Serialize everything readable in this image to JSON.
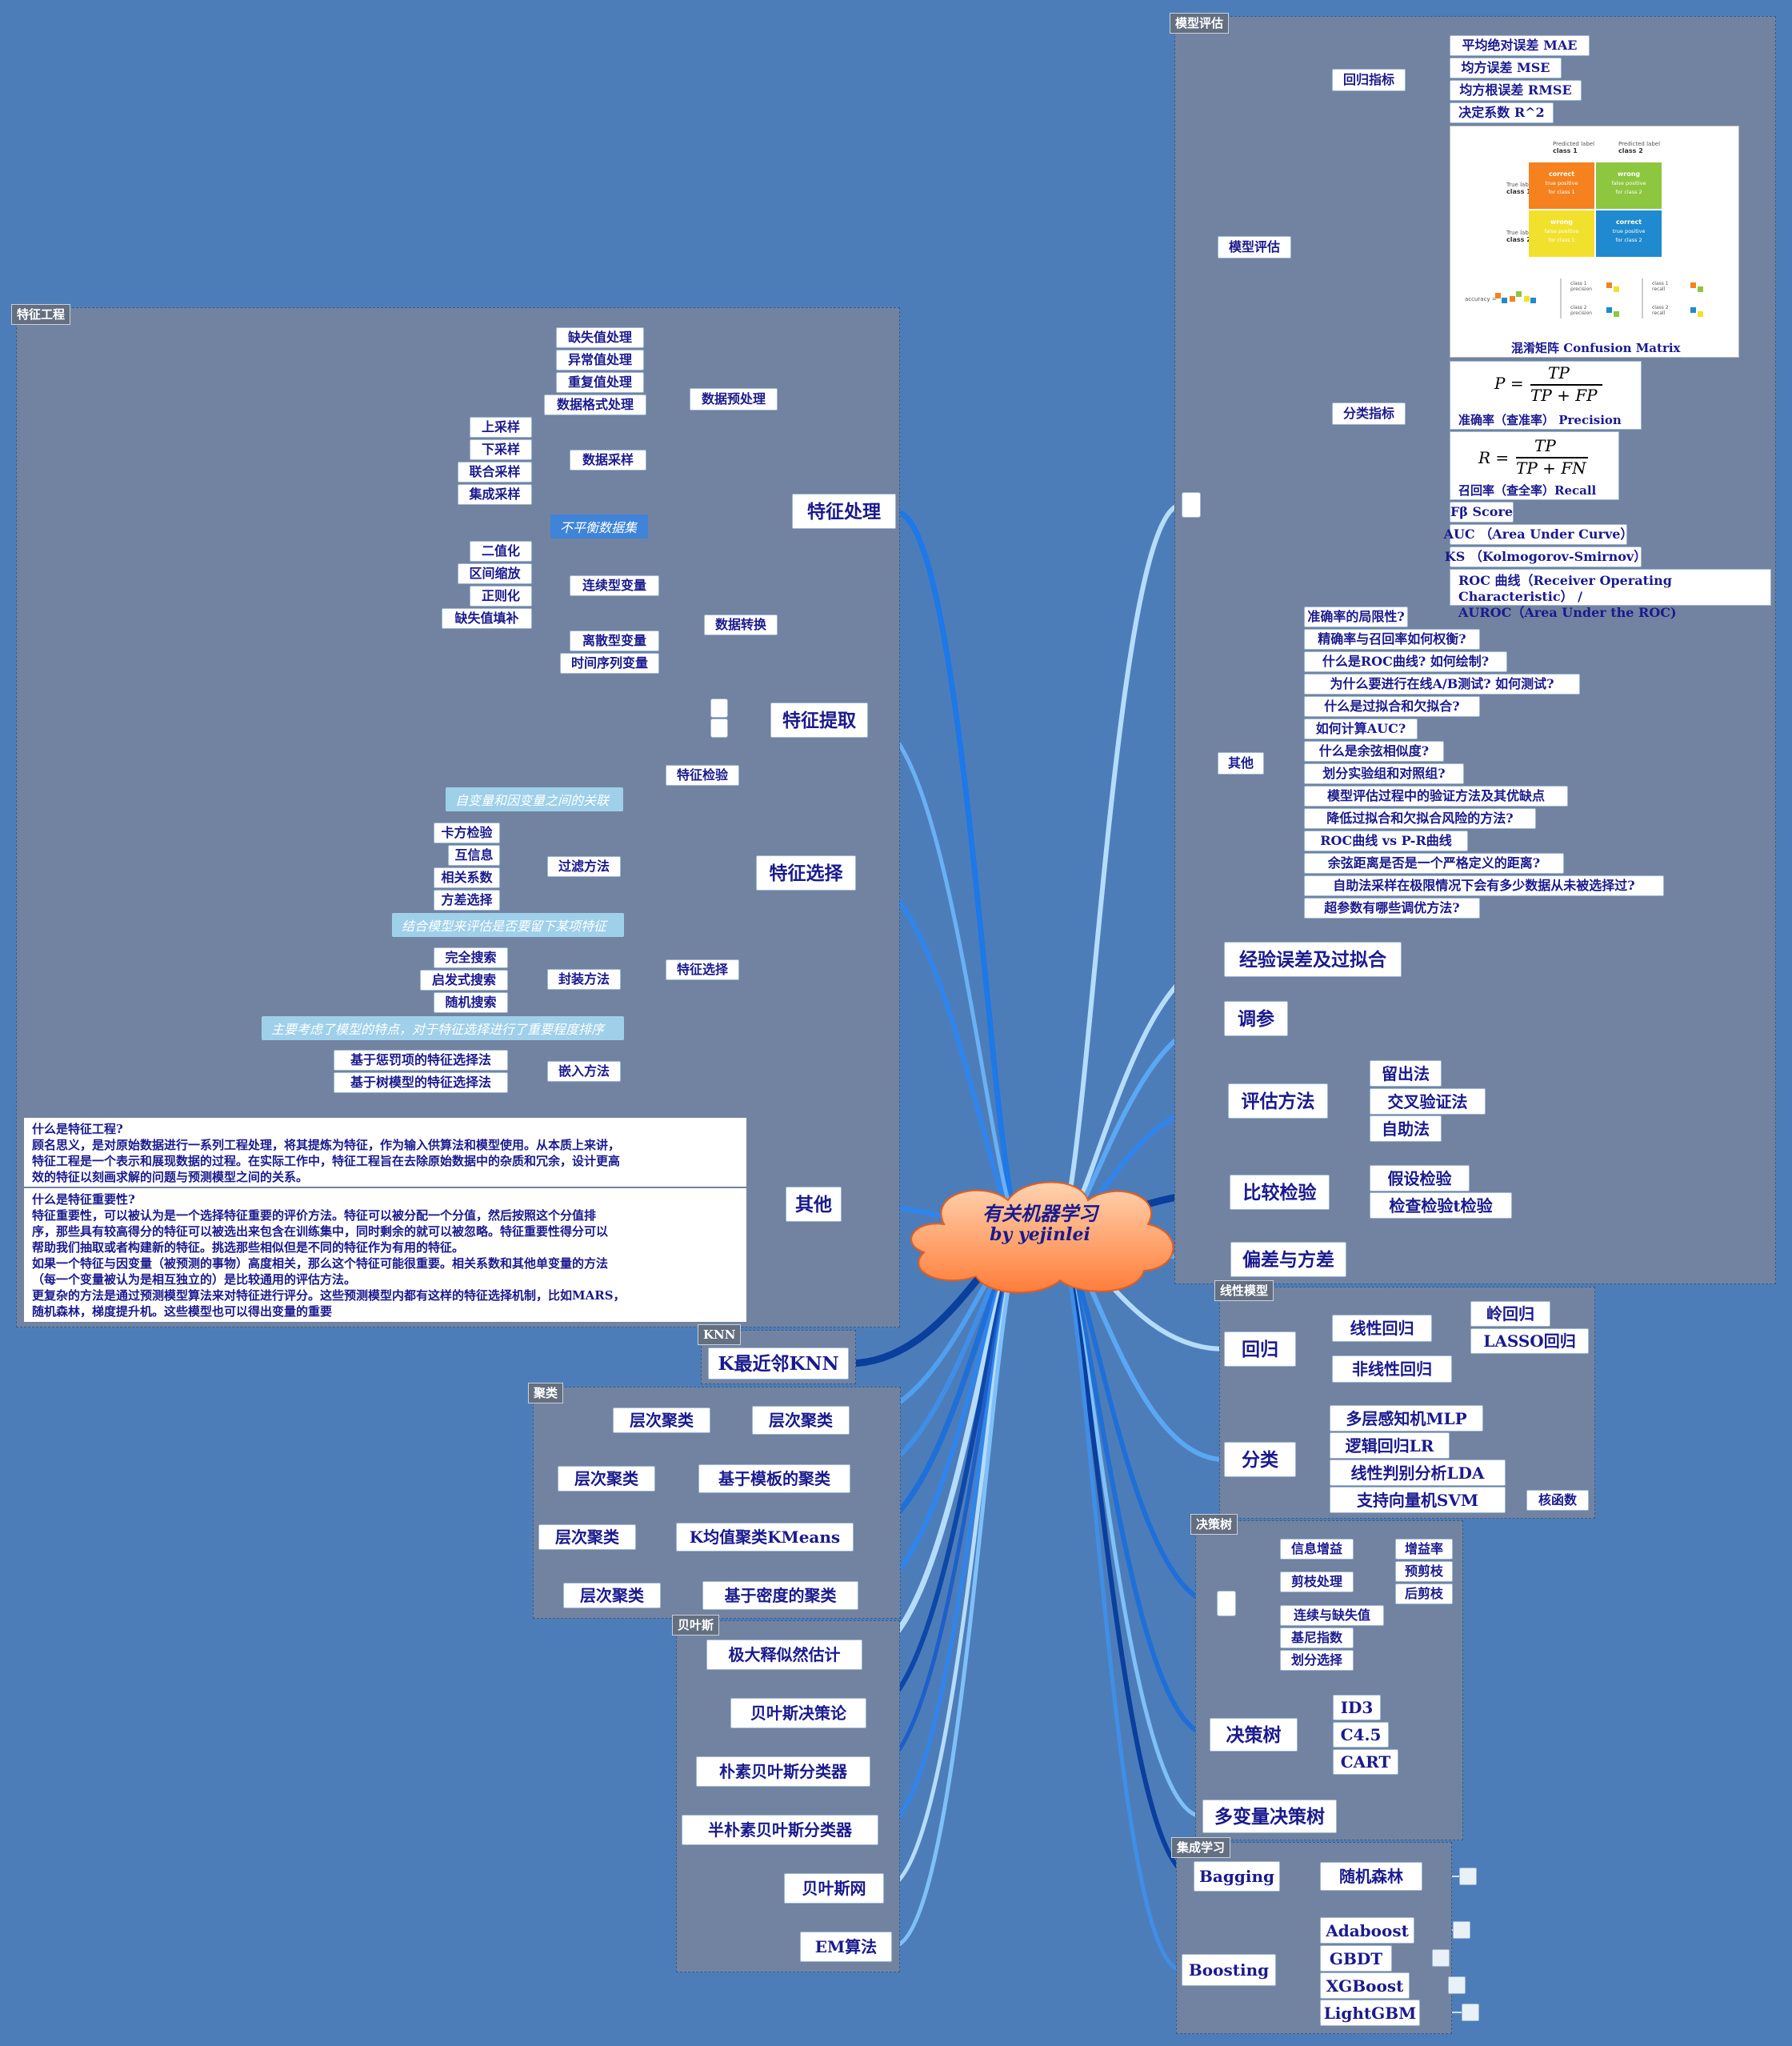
{
  "center": {
    "line1": "有关机器学习",
    "line2": "by yejinlei"
  },
  "panels": {
    "feature_engineering": "特征工程",
    "model_eval": "模型评估",
    "linear": "线性模型",
    "knn": "KNN",
    "clustering": "聚类",
    "bayes": "贝叶斯",
    "tree": "决策树",
    "ensemble": "集成学习"
  },
  "fe": {
    "processing": "特征处理",
    "preprocess": "数据预处理",
    "preprocess_items": [
      "缺失值处理",
      "异常值处理",
      "重复值处理",
      "数据格式处理"
    ],
    "sampling": "数据采样",
    "sampling_items": [
      "上采样",
      "下采样",
      "联合采样",
      "集成采样"
    ],
    "imbalance_note": "不平衡数据集",
    "transform": "数据转换",
    "continuous": "连续型变量",
    "continuous_items": [
      "二值化",
      "区间缩放",
      "正则化",
      "缺失值填补"
    ],
    "discrete": "离散型变量",
    "timeseries": "时间序列变量",
    "extraction": "特征提取",
    "selection": "特征选择",
    "check": "特征检验",
    "select_sub": "特征选择",
    "filter": "过滤方法",
    "filter_note": "自变量和因变量之间的关联",
    "filter_items": [
      "卡方检验",
      "互信息",
      "相关系数",
      "方差选择"
    ],
    "wrapper": "封装方法",
    "wrapper_note": "结合模型来评估是否要留下某项特征",
    "wrapper_items": [
      "完全搜索",
      "启发式搜索",
      "随机搜索"
    ],
    "embed": "嵌入方法",
    "embed_note": "主要考虑了模型的特点，对于特征选择进行了重要程度排序",
    "embed_items": [
      "基于惩罚项的特征选择法",
      "基于树模型的特征选择法"
    ],
    "other": "其他",
    "text1": "什么是特征工程?\n顾名思义，是对原始数据进行一系列工程处理，将其提炼为特征，作为输入供算法和模型使用。从本质上来讲，\n特征工程是一个表示和展现数据的过程。在实际工作中，特征工程旨在去除原始数据中的杂质和冗余，设计更高\n效的特征以刻画求解的问题与预测模型之间的关系。",
    "text2": "什么是特征重要性?\n特征重要性，可以被认为是一个选择特征重要的评价方法。特征可以被分配一个分值，然后按照这个分值排\n序，那些具有较高得分的特征可以被选出来包含在训练集中，同时剩余的就可以被忽略。特征重要性得分可以\n帮助我们抽取或者构建新的特征。挑选那些相似但是不同的特征作为有用的特征。\n如果一个特征与因变量（被预测的事物）高度相关，那么这个特征可能很重要。相关系数和其他单变量的方法\n（每一个变量被认为是相互独立的）是比较通用的评估方法。\n更复杂的方法是通过预测模型算法来对特征进行评分。这些预测模型内都有这样的特征选择机制，比如MARS，\n随机森林，梯度提升机。这些模型也可以得出变量的重要"
  },
  "me": {
    "eval": "模型评估",
    "regression": "回归指标",
    "reg_items": [
      "平均绝对误差 MAE",
      "均方误差 MSE",
      "均方根误差 RMSE",
      "决定系数 R^2"
    ],
    "classification": "分类指标",
    "confusion_caption": "混淆矩阵 Confusion Matrix",
    "precision_caption": "准确率（查准率） Precision",
    "recall_caption": "召回率（查全率）Recall",
    "p_lhs": "P =",
    "p_num": "TP",
    "p_den": "TP + FP",
    "r_lhs": "R =",
    "r_num": "TP",
    "r_den": "TP + FN",
    "cls_items": [
      "Fβ Score",
      "AUC （Area Under Curve）",
      "KS （Kolmogorov-Smirnov）"
    ],
    "roc": "ROC 曲线（Receiver Operating Characteristic） /\nAUROC（Area Under the ROC)",
    "other": "其他",
    "questions": [
      "准确率的局限性?",
      "精确率与召回率如何权衡?",
      "什么是ROC曲线? 如何绘制?",
      "为什么要进行在线A/B测试? 如何测试?",
      "什么是过拟合和欠拟合?",
      "如何计算AUC?",
      "什么是余弦相似度?",
      "划分实验组和对照组?",
      "模型评估过程中的验证方法及其优缺点",
      "降低过拟合和欠拟合风险的方法?",
      "ROC曲线 vs P-R曲线",
      "余弦距离是否是一个严格定义的距离?",
      "自助法采样在极限情况下会有多少数据从未被选择过?",
      "超参数有哪些调优方法?"
    ],
    "empirical": "经验误差及过拟合",
    "tuning": "调参",
    "method": "评估方法",
    "method_items": [
      "留出法",
      "交叉验证法",
      "自助法"
    ],
    "compare": "比较检验",
    "compare_items": [
      "假设检验",
      "检查检验t检验"
    ],
    "biasvar": "偏差与方差",
    "cm": {
      "pred1": "Predicted label\nclass 1",
      "pred2": "Predicted label\nclass 2",
      "true1": "True label\nclass 1",
      "true2": "True label\nclass 2",
      "c11": "correct\ntrue positive\nfor class 1",
      "c12": "wrong\nfalse positive\nfor class 2",
      "c21": "wrong\nfalse positive\nfor class 1",
      "c22": "correct\ntrue positive\nfor class 2",
      "acc": "accuracy =",
      "p1": "class 1\nprecision",
      "p2": "class 2\nprecision",
      "r1": "class 1\nrecall",
      "r2": "class 2\nrecall",
      "colors": {
        "orange": "#f5821f",
        "green": "#8dc63f",
        "yellow": "#f1e12d",
        "blue": "#1f8ad0"
      }
    }
  },
  "lin": {
    "regression": "回归",
    "linear": "线性回归",
    "ridge": "岭回归",
    "lasso": "LASSO回归",
    "nonlinear": "非线性回归",
    "classification": "分类",
    "cls_items": [
      "多层感知机MLP",
      "逻辑回归LR",
      "线性判别分析LDA",
      "支持向量机SVM"
    ],
    "kernel": "核函数"
  },
  "knn": {
    "label": "K最近邻KNN"
  },
  "cl": {
    "items": [
      "层次聚类",
      "基于模板的聚类",
      "K均值聚类KMeans",
      "基于密度的聚类"
    ],
    "sub": [
      "层次聚类",
      "层次聚类",
      "层次聚类",
      "层次聚类"
    ]
  },
  "by": {
    "items": [
      "极大释似然估计",
      "贝叶斯决策论",
      "朴素贝叶斯分类器",
      "半朴素贝叶斯分类器",
      "贝叶斯网",
      "EM算法"
    ]
  },
  "dt": {
    "info_gain": "信息增益",
    "gain_ratio": "增益率",
    "prune": "剪枝处理",
    "prune_items": [
      "预剪枝",
      "后剪枝"
    ],
    "other_items": [
      "连续与缺失值",
      "基尼指数",
      "划分选择"
    ],
    "tree": "决策树",
    "algos": [
      "ID3",
      "C4.5",
      "CART"
    ],
    "multi": "多变量决策树"
  },
  "en": {
    "bagging": "Bagging",
    "rf": "随机森林",
    "boosting": "Boosting",
    "boost_items": [
      "Adaboost",
      "GBDT",
      "XGBoost",
      "LightGBM"
    ]
  }
}
